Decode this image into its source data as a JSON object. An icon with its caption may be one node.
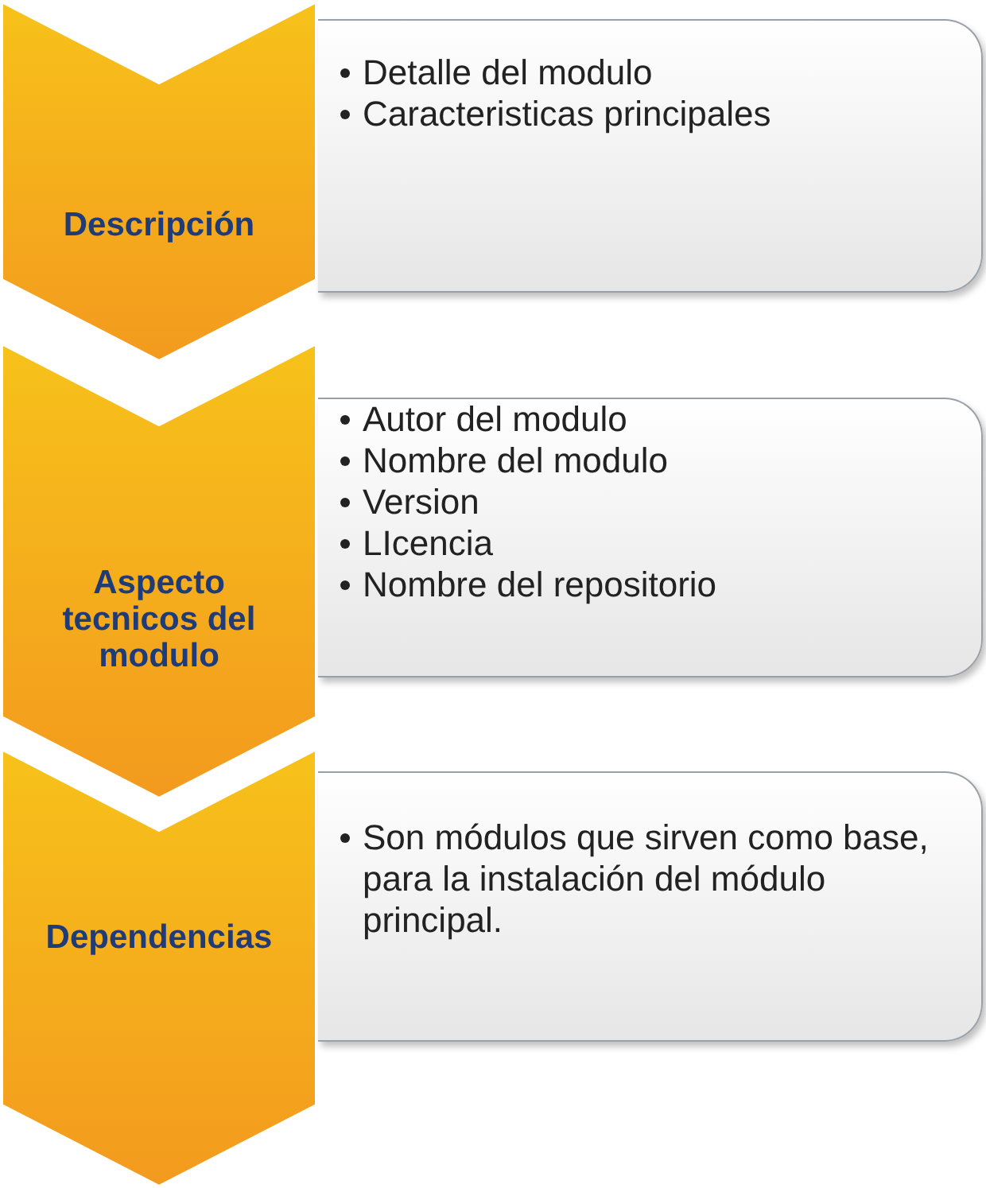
{
  "diagram": {
    "nodes": [
      {
        "text": [
          "Descripción"
        ]
      },
      {
        "text": [
          "Detalle del modulo",
          "Caracteristicas principales"
        ]
      },
      {
        "text": [
          "Aspecto tecnicos del modulo"
        ]
      },
      {
        "text": [
          "Autor del modulo",
          "Nombre del modulo",
          "Version",
          "LIcencia",
          "Nombre del repositorio"
        ]
      },
      {
        "text": [
          "Dependencias"
        ]
      },
      {
        "text": [
          "Son módulos que sirven como base, para la instalación del módulo principal."
        ]
      }
    ]
  }
}
